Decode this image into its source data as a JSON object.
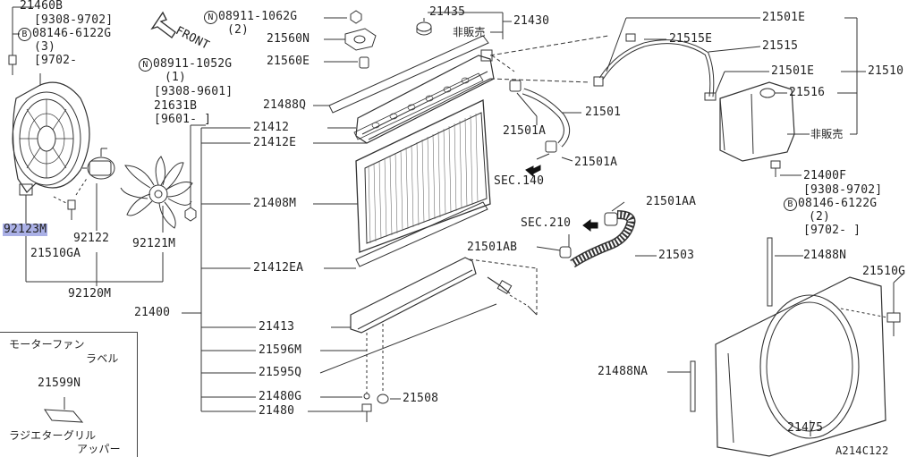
{
  "diagram_id": "A214C122",
  "highlight_part": "92123M",
  "labels": {
    "p21460B": "21460B",
    "p21460B_date": "[9308-9702]",
    "p08146_6122G_a_mark": "B",
    "p08146_6122G_a": "08146-6122G",
    "p08146_6122G_a_qty": "(3)",
    "p08146_6122G_a_date": "[9702-",
    "front": "FRONT",
    "p08911_1062G_mark": "N",
    "p08911_1062G": "08911-1062G",
    "p08911_1062G_qty": "(2)",
    "p21560N": "21560N",
    "p21560E": "21560E",
    "p08911_1052G_mark": "N",
    "p08911_1052G": "08911-1052G",
    "p08911_1052G_qty": "(1)",
    "p08911_1052G_date": "[9308-9601]",
    "p21631B": "21631B",
    "p21631B_date": "[9601-   ]",
    "p21488Q": "21488Q",
    "p21412": "21412",
    "p21412E": "21412E",
    "p21408M": "21408M",
    "p21412EA": "21412EA",
    "p21400": "21400",
    "p21413": "21413",
    "p21596M": "21596M",
    "p21595Q": "21595Q",
    "p21480G": "21480G",
    "p21480": "21480",
    "p21508": "21508",
    "p21435": "21435",
    "p21430": "21430",
    "not_for_sale_1": "非販売",
    "p21501A_1": "21501A",
    "p21501": "21501",
    "p21501A_2": "21501A",
    "sec140": "SEC.140",
    "sec210": "SEC.210",
    "p21501AA": "21501AA",
    "p21501AB": "21501AB",
    "p21503": "21503",
    "p21501E_1": "21501E",
    "p21515E": "21515E",
    "p21515": "21515",
    "p21501E_2": "21501E",
    "p21510": "21510",
    "p21516": "21516",
    "not_for_sale_2": "非販売",
    "p21400F": "21400F",
    "p21400F_date": "[9308-9702]",
    "p08146_6122G_b_mark": "B",
    "p08146_6122G_b": "08146-6122G",
    "p08146_6122G_b_qty": "(2)",
    "p08146_6122G_b_date": "[9702-     ]",
    "p21488N": "21488N",
    "p21510G": "21510G",
    "p21488NA": "21488NA",
    "p21475": "21475",
    "p92123M": "92123M",
    "p92122": "92122",
    "p92121M": "92121M",
    "p21510GA": "21510GA",
    "p92120M": "92120M"
  },
  "legend": {
    "motor_fan_label_line1": "モーターファン",
    "motor_fan_label_line2": "ラベル",
    "p21599N": "21599N",
    "radiator_grille_upper_line1": "ラジエターグリル",
    "radiator_grille_upper_line2": "アッパー"
  }
}
